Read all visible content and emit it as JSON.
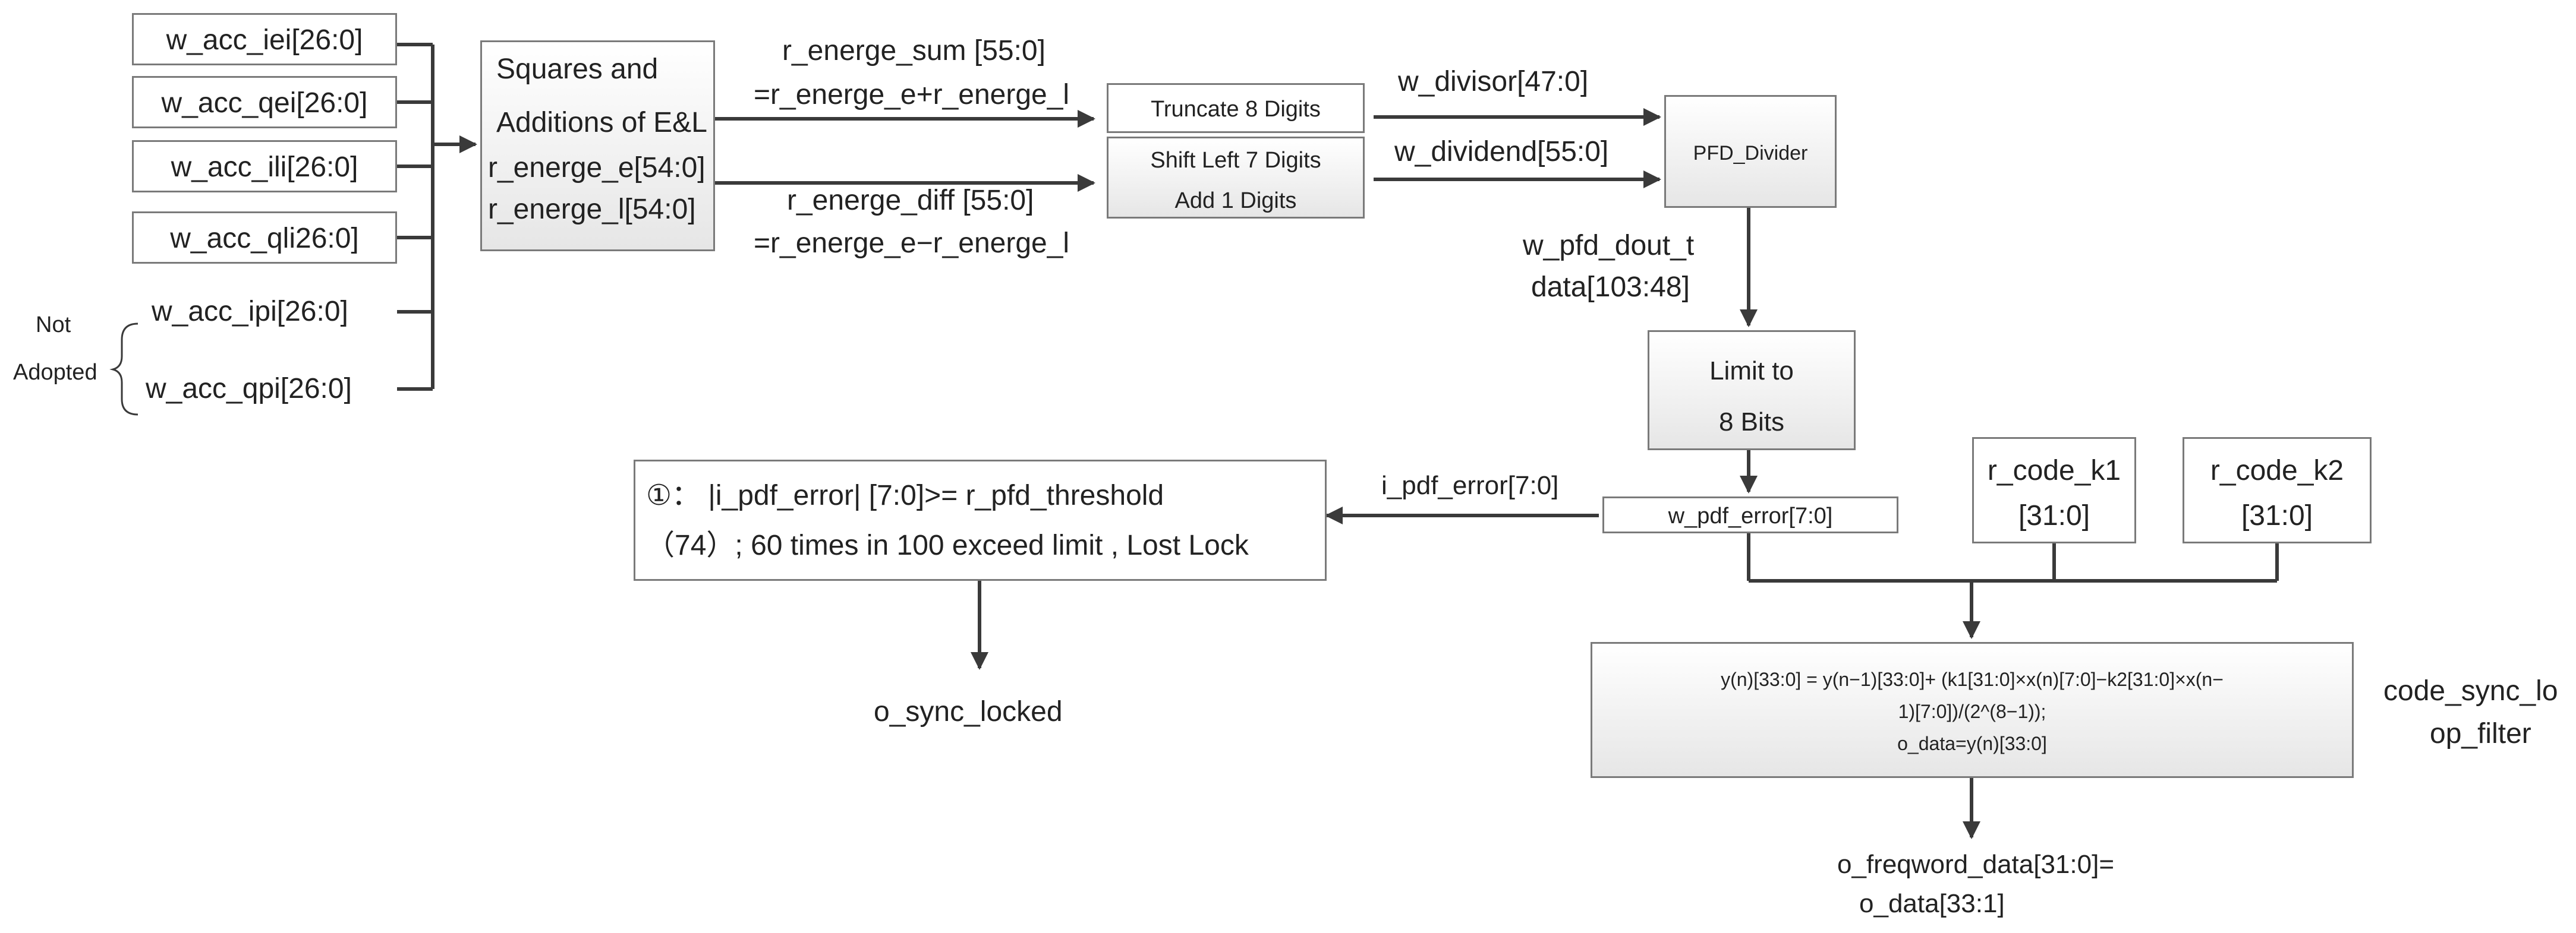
{
  "inputs": [
    "w_acc_iei[26:0]",
    "w_acc_qei[26:0]",
    "w_acc_ili[26:0]",
    "w_acc_qli26:0]",
    "w_acc_ipi[26:0]",
    "w_acc_qpi[26:0]"
  ],
  "not_adopted": [
    "Not",
    "Adopted"
  ],
  "squares_box": [
    "Squares and",
    "Additions of E&L",
    "r_energe_e[54:0]",
    "r_energe_l[54:0]"
  ],
  "sum_label": [
    "r_energe_sum [55:0]",
    "=r_energe_e+r_energe_l"
  ],
  "diff_label": [
    "r_energe_diff [55:0]",
    "=r_energe_e−r_energe_l"
  ],
  "truncate_box": "Truncate 8 Digits",
  "shift_box": [
    "Shift Left 7 Digits",
    "Add 1 Digits"
  ],
  "divisor_label": "w_divisor[47:0]",
  "dividend_label": "w_dividend[55:0]",
  "divider_box": "PFD_Divider",
  "pfd_dout_label": [
    "w_pfd_dout_t",
    "data[103:48]"
  ],
  "limit_box": [
    "Limit to",
    "8 Bits"
  ],
  "pdf_error_box": "w_pdf_error[7:0]",
  "i_pdf_error_label": "i_pdf_error[7:0]",
  "lock_box": [
    "①： |i_pdf_error| [7:0]>= r_pfd_threshold",
    "（74）; 60 times in 100 exceed limit , Lost Lock"
  ],
  "sync_locked": "o_sync_locked",
  "code_k1": [
    "r_code_k1",
    "[31:0]"
  ],
  "code_k2": [
    "r_code_k2",
    "[31:0]"
  ],
  "filter_box": [
    "y(n)[33:0] = y(n−1)[33:0]+ (k1[31:0]×x(n)[7:0]−k2[31:0]×x(n−",
    "1)[7:0])/(2^(8−1));",
    "o_data=y(n)[33:0]"
  ],
  "filter_name": [
    "code_sync_lo",
    "op_filter"
  ],
  "freqword": [
    "o_freqword_data[31:0]=",
    "o_data[33:1]"
  ],
  "colors": {
    "line": "#3a3a3a",
    "box_border": "#7a7a7a",
    "box_fill_top": "#ffffff",
    "box_fill_bottom": "#e6e6e6"
  }
}
